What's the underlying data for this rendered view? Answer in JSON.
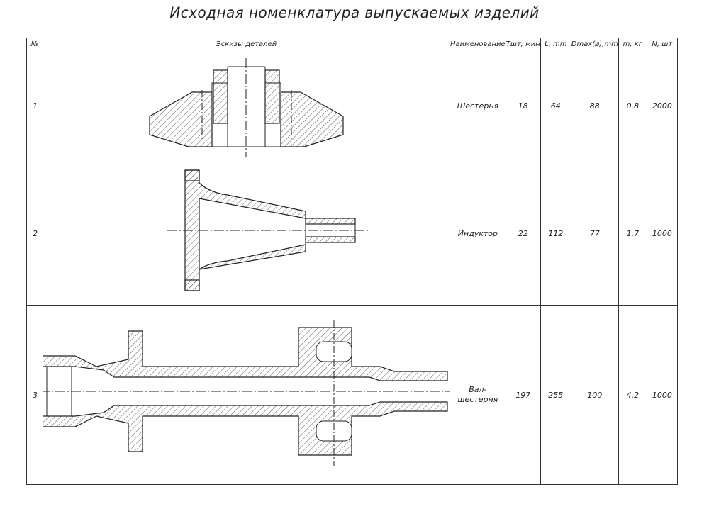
{
  "title": "Исходная номенклатура выпускаемых изделий",
  "table": {
    "headers": [
      "№",
      "Эскизы деталей",
      "Наименование",
      "Тшт, мин",
      "L, mm",
      "Dmax(ø),mm",
      "m, кг",
      "N, шт"
    ],
    "rows": [
      {
        "num": "1",
        "name": "Шестерня",
        "t": "18",
        "l": "64",
        "d": "88",
        "m": "0.8",
        "n": "2000",
        "sketch": "bevel-gear-drawing"
      },
      {
        "num": "2",
        "name": "Индуктор",
        "t": "22",
        "l": "112",
        "d": "77",
        "m": "1.7",
        "n": "1000",
        "sketch": "inductor-drawing"
      },
      {
        "num": "3",
        "name": "Вал-шестерня",
        "t": "197",
        "l": "255",
        "d": "100",
        "m": "4.2",
        "n": "1000",
        "sketch": "shaft-gear-drawing"
      }
    ]
  }
}
